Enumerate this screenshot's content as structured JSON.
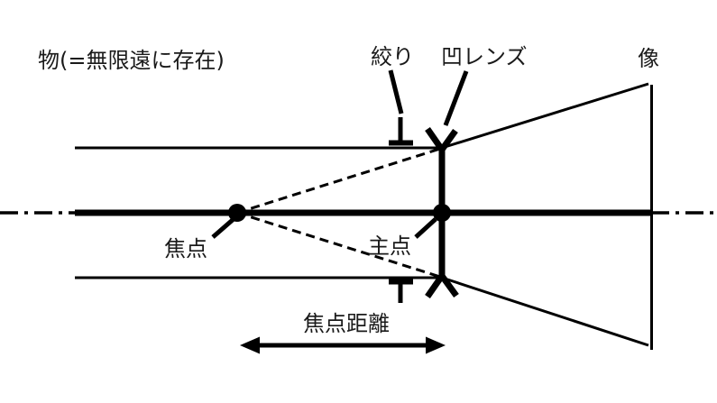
{
  "colors": {
    "ink": "#000000",
    "background": "#ffffff",
    "text": "#1a1a1a"
  },
  "labels": {
    "object": "物(=無限遠に存在)",
    "aperture": "絞り",
    "lens": "凹レンズ",
    "image": "像",
    "focal_point": "焦点",
    "principal_point": "主点",
    "focal_length": "焦点距離"
  }
}
